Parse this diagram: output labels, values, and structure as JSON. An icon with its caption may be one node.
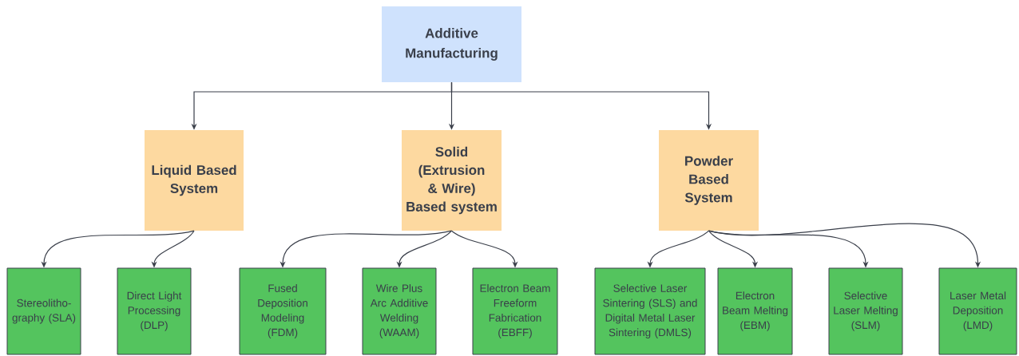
{
  "diagram": {
    "nodes": [
      {
        "text": [
          "Additive Manufacturing"
        ]
      },
      {
        "text": [
          "Liquid Based System"
        ]
      },
      {
        "text": [
          "Solid (Extrusion & Wire) Based system"
        ]
      },
      {
        "text": [
          "Powder Based System"
        ]
      },
      {
        "text": [
          "Stereolitho-graphy (SLA)"
        ]
      },
      {
        "text": [
          "Direct Light Processing (DLP)"
        ]
      },
      {
        "text": [
          "Fused Deposition Modeling (FDM)"
        ]
      },
      {
        "text": [
          "Wire Plus Arc Additive Welding (WAAM)"
        ]
      },
      {
        "text": [
          "Electron Beam Freeform Fabrication (EBFF)"
        ]
      },
      {
        "text": [
          "Selective Laser Sintering (SLS) and Digital Metal Laser Sintering (DMLS)"
        ]
      },
      {
        "text": [
          "Electron Beam Melting (EBM)"
        ]
      },
      {
        "text": [
          "Selective Laser Melting (SLM)"
        ]
      },
      {
        "text": [
          "Laser Metal Deposition (LMD)"
        ]
      }
    ],
    "edges": [
      {
        "from": 0,
        "to": 1,
        "arrow": "to"
      },
      {
        "from": 0,
        "to": 2,
        "arrow": "to"
      },
      {
        "from": 0,
        "to": 3,
        "arrow": "to"
      },
      {
        "from": 1,
        "to": 4,
        "arrow": "to"
      },
      {
        "from": 1,
        "to": 5,
        "arrow": "to"
      },
      {
        "from": 2,
        "to": 6,
        "arrow": "to"
      },
      {
        "from": 2,
        "to": 7,
        "arrow": "to"
      },
      {
        "from": 2,
        "to": 8,
        "arrow": "to"
      },
      {
        "from": 3,
        "to": 9,
        "arrow": "to"
      },
      {
        "from": 3,
        "to": 10,
        "arrow": "to"
      },
      {
        "from": 3,
        "to": 11,
        "arrow": "to"
      },
      {
        "from": 3,
        "to": 12,
        "arrow": "to"
      }
    ]
  }
}
